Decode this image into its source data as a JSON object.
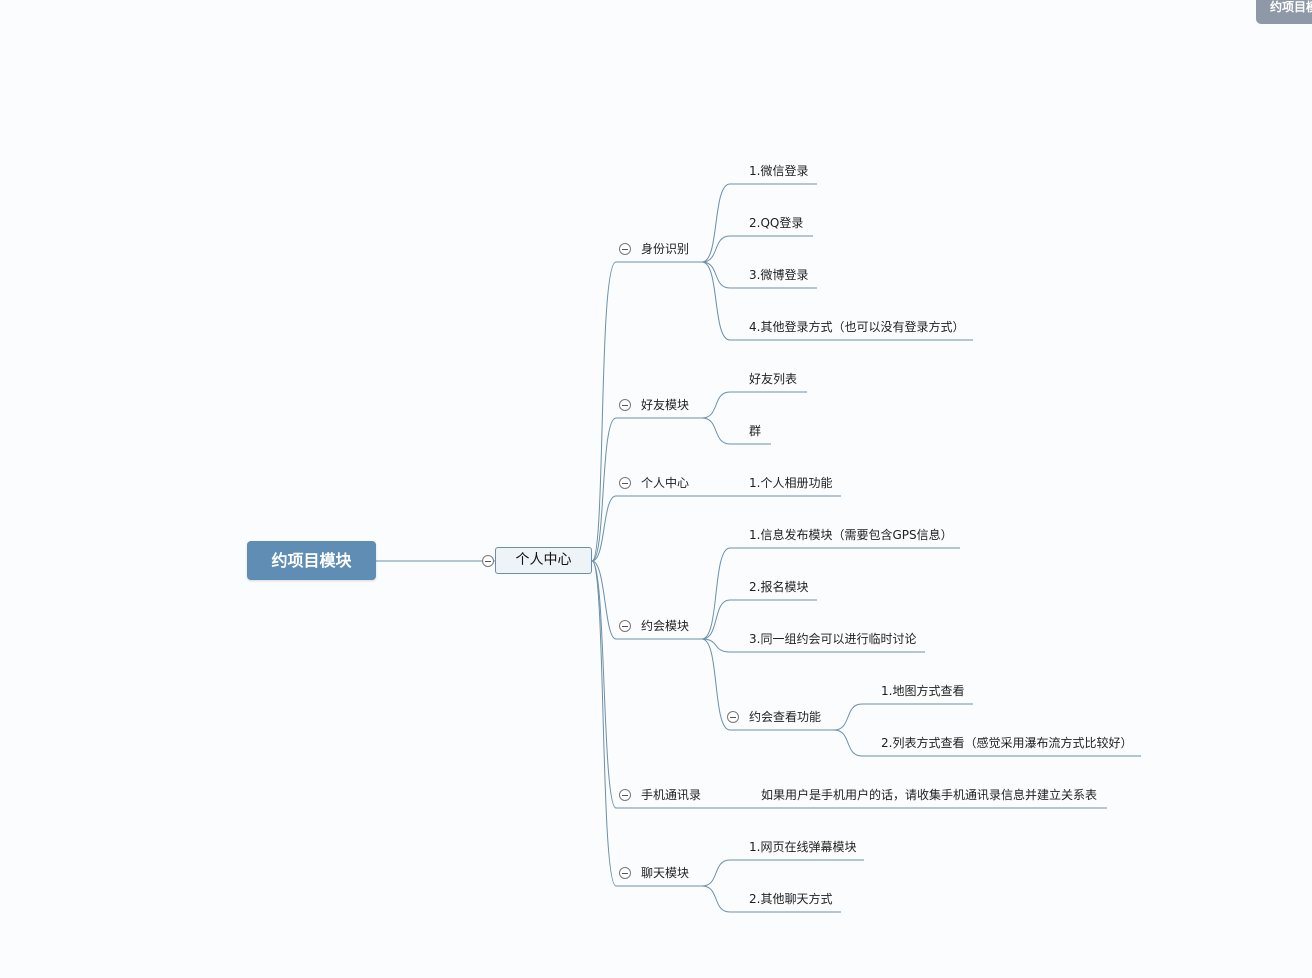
{
  "corner_tab": "约项目模块",
  "root": {
    "label": "约项目模块"
  },
  "hub": {
    "label": "个人中心"
  },
  "branches": [
    {
      "label": "身份识别",
      "children": [
        "1.微信登录",
        "2.QQ登录",
        "3.微博登录",
        "4.其他登录方式（也可以没有登录方式）"
      ]
    },
    {
      "label": "好友模块",
      "children": [
        "好友列表",
        "群"
      ]
    },
    {
      "label": "个人中心",
      "children": [
        "1.个人相册功能"
      ]
    },
    {
      "label": "约会模块",
      "children": [
        "1.信息发布模块（需要包含GPS信息）",
        "2.报名模块",
        "3.同一组约会可以进行临时讨论"
      ],
      "sub": {
        "label": "约会查看功能",
        "children": [
          "1.地图方式查看",
          "2.列表方式查看（感觉采用瀑布流方式比较好）"
        ]
      }
    },
    {
      "label": "手机通讯录",
      "children": [
        "如果用户是手机用户的话，请收集手机通讯录信息并建立关系表"
      ]
    },
    {
      "label": "聊天模块",
      "children": [
        "1.网页在线弹幕模块",
        "2.其他聊天方式"
      ]
    }
  ]
}
